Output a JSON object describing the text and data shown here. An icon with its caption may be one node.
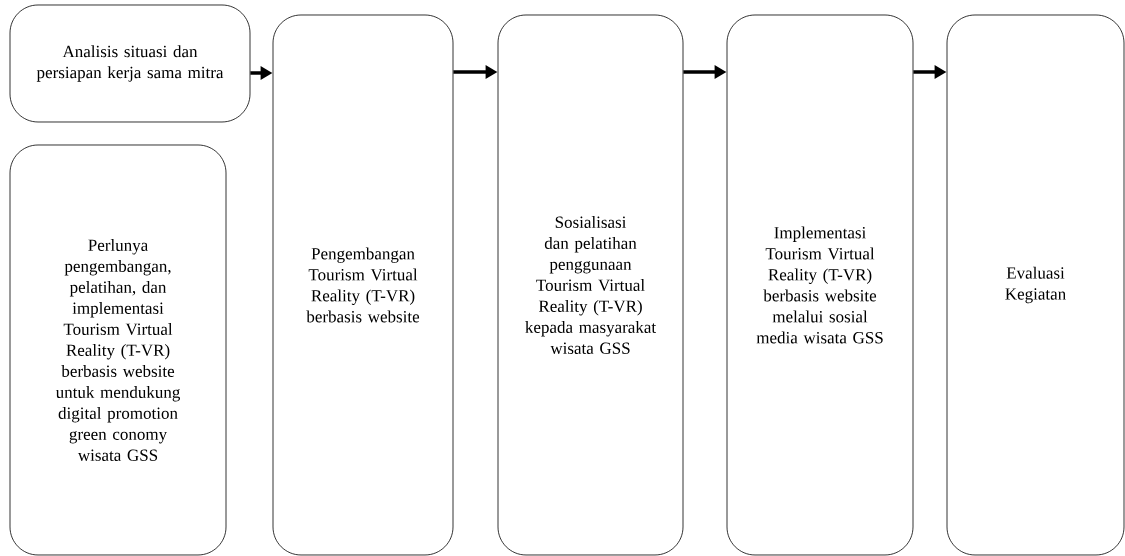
{
  "diagram": {
    "nodes": [
      {
        "text": [
          "Analisis situasi dan persiapan kerja sama mitra"
        ]
      },
      {
        "text": [
          "Perlunya pengembangan, pelatihan, dan implementasi Tourism Virtual Reality (T-VR) berbasis website untuk mendukung digital promotion green conomy wisata GSS"
        ]
      },
      {
        "text": [
          "Pengembangan Tourism Virtual Reality (T-VR) berbasis website"
        ]
      },
      {
        "text": [
          "Sosialisasi dan pelatihan penggunaan Tourism Virtual Reality (T-VR) kepada masyarakat wisata GSS"
        ]
      },
      {
        "text": [
          "Implementasi Tourism Virtual Reality (T-VR) berbasis website melalui sosial media wisata GSS"
        ]
      },
      {
        "text": [
          "Evaluasi Kegiatan"
        ]
      }
    ],
    "edges": [
      {
        "from": 0,
        "to": 2,
        "arrow": "to"
      },
      {
        "from": 2,
        "to": 3,
        "arrow": "to"
      },
      {
        "from": 3,
        "to": 4,
        "arrow": "to"
      },
      {
        "from": 4,
        "to": 5,
        "arrow": "to"
      }
    ]
  }
}
